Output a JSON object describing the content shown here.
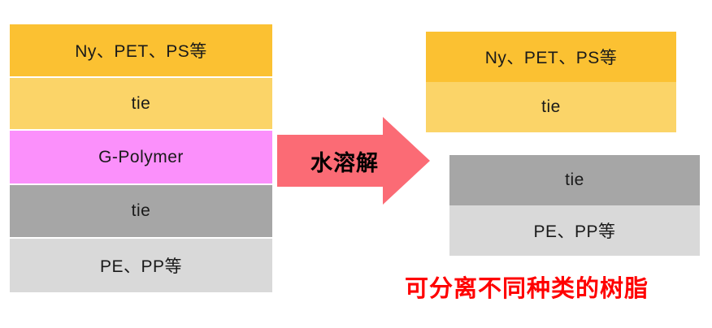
{
  "diagram": {
    "title_caption": "可分离不同种类的树脂",
    "process_label": "水溶解",
    "colors": {
      "orange": "#FBC132",
      "light_yellow": "#FBD468",
      "pink": "#FB90FB",
      "gray": "#A6A6A6",
      "light_gray": "#D9D9D9",
      "arrow_red": "#FB6B75",
      "caption_red": "#FF0000",
      "background": "#FFFFFF",
      "text": "#1A1A1A"
    }
  },
  "left_stack": {
    "name": "multilayer-film-before",
    "layers": [
      {
        "label": "Ny、PET、PS等",
        "color": "#FBC132"
      },
      {
        "label": "tie",
        "color": "#FBD468"
      },
      {
        "label": "G-Polymer",
        "color": "#FB90FB"
      },
      {
        "label": "tie",
        "color": "#A6A6A6"
      },
      {
        "label": "PE、PP等",
        "color": "#D9D9D9"
      }
    ]
  },
  "arrow": {
    "label": "水溶解",
    "color": "#FB6B75",
    "direction": "right"
  },
  "right_top_stack": {
    "name": "separated-film-upper",
    "layers": [
      {
        "label": "Ny、PET、PS等",
        "color": "#FBC132"
      },
      {
        "label": "tie",
        "color": "#FBD468"
      }
    ]
  },
  "right_bottom_stack": {
    "name": "separated-film-lower",
    "layers": [
      {
        "label": "tie",
        "color": "#A6A6A6"
      },
      {
        "label": "PE、PP等",
        "color": "#D9D9D9"
      }
    ]
  },
  "caption": {
    "text": "可分离不同种类的树脂"
  }
}
